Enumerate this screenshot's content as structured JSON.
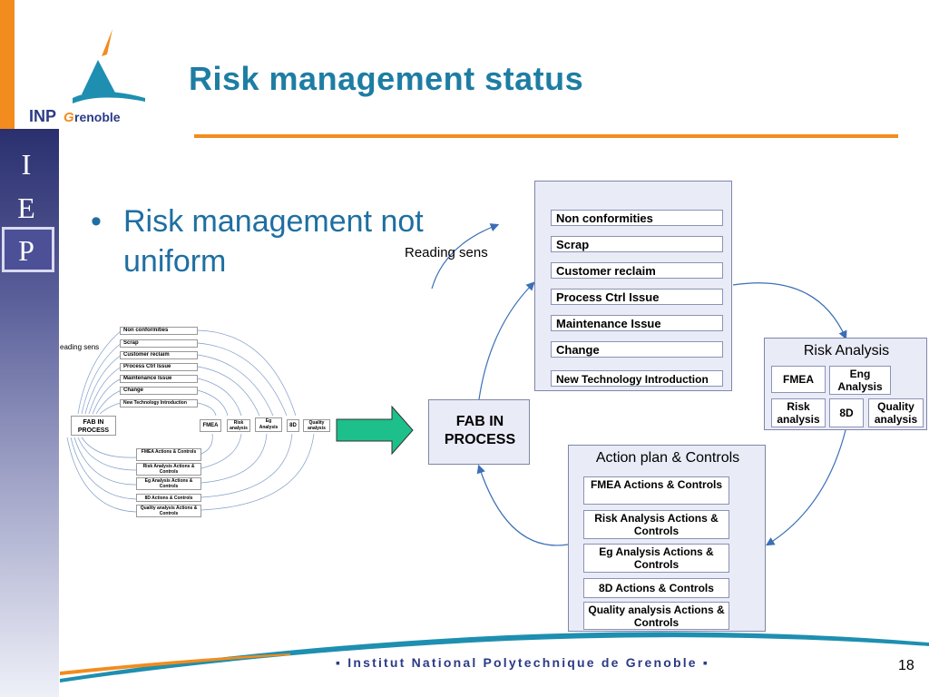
{
  "slide": {
    "title": "Risk management status",
    "bullet": "•",
    "bullet_text": "Risk management not uniform",
    "page_number": "18"
  },
  "logo": {
    "brand": "INPGrenoble"
  },
  "sidebar": {
    "letters": [
      "I",
      "E",
      "P"
    ]
  },
  "footer": {
    "text": "▪ Institut National Polytechnique de Grenoble ▪"
  },
  "diagram": {
    "reading_label": "Reading sens",
    "fab": "FAB IN PROCESS",
    "issues": [
      "Non conformities",
      "Scrap",
      "Customer reclaim",
      "Process Ctrl Issue",
      "Maintenance Issue",
      "Change",
      "New Technology Introduction"
    ],
    "risk_analysis": {
      "title": "Risk Analysis",
      "items": [
        "FMEA",
        "Eng Analysis",
        "Risk analysis",
        "8D",
        "Quality analysis"
      ]
    },
    "action_plan": {
      "title": "Action plan & Controls",
      "items": [
        "FMEA Actions & Controls",
        "Risk Analysis Actions & Controls",
        "Eg Analysis Actions & Controls",
        "8D Actions & Controls",
        "Quality analysis Actions & Controls"
      ]
    }
  },
  "mini_diagram": {
    "reading_label": "eading sens",
    "fab": "FAB IN PROCESS",
    "issues": [
      "Non conformities",
      "Scrap",
      "Customer reclaim",
      "Process Ctrl Issue",
      "Maintenance Issue",
      "Change",
      "New Technology Introduction"
    ],
    "risk_items": [
      "FMEA",
      "Risk analysis",
      "Eg Analysis",
      "8D",
      "Quality analysis"
    ],
    "action_items": [
      "FMEA Actions & Controls",
      "Risk Analysis Actions & Controls",
      "Eg Analysis Actions & Controls",
      "8D Actions & Controls",
      "Quality analysis Actions & Controls"
    ]
  },
  "colors": {
    "title": "#1e7da3",
    "accent_orange": "#f28c1e",
    "arrow_green": "#1dbf8a",
    "footer_blue": "#2b3b86"
  }
}
